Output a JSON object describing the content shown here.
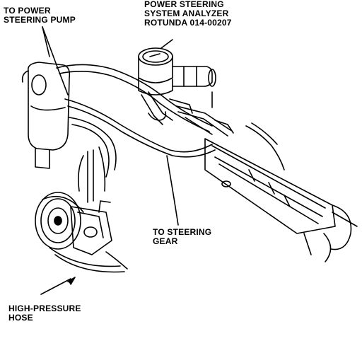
{
  "labels": {
    "power_steering_pump": [
      "TO POWER",
      "STEERING PUMP"
    ],
    "analyzer": [
      "POWER STEERING",
      "SYSTEM ANALYZER",
      "ROTUNDA 014-00207"
    ],
    "steering_gear": [
      "TO STEERING",
      "GEAR"
    ],
    "high_pressure_hose": [
      "HIGH-PRESSURE",
      "HOSE"
    ]
  },
  "colors": {
    "ink": "#000000",
    "paper": "#ffffff"
  }
}
